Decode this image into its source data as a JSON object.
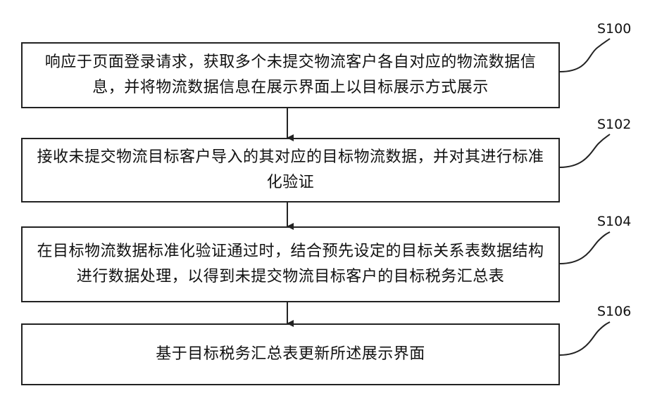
{
  "steps": [
    {
      "label": "S100",
      "text": "响应于页面登录请求，获取多个未提交物流客户各自对应的物流数据信息，并将物流数据信息在展示界面上以目标展示方式展示"
    },
    {
      "label": "S102",
      "text": "接收未提交物流目标客户导入的其对应的目标物流数据，并对其进行标准化验证"
    },
    {
      "label": "S104",
      "text": "在目标物流数据标准化验证通过时，结合预先设定的目标关系表数据结构进行数据处理，以得到未提交物流目标客户的目标税务汇总表"
    },
    {
      "label": "S106",
      "text": "基于目标税务汇总表更新所述展示界面"
    }
  ]
}
